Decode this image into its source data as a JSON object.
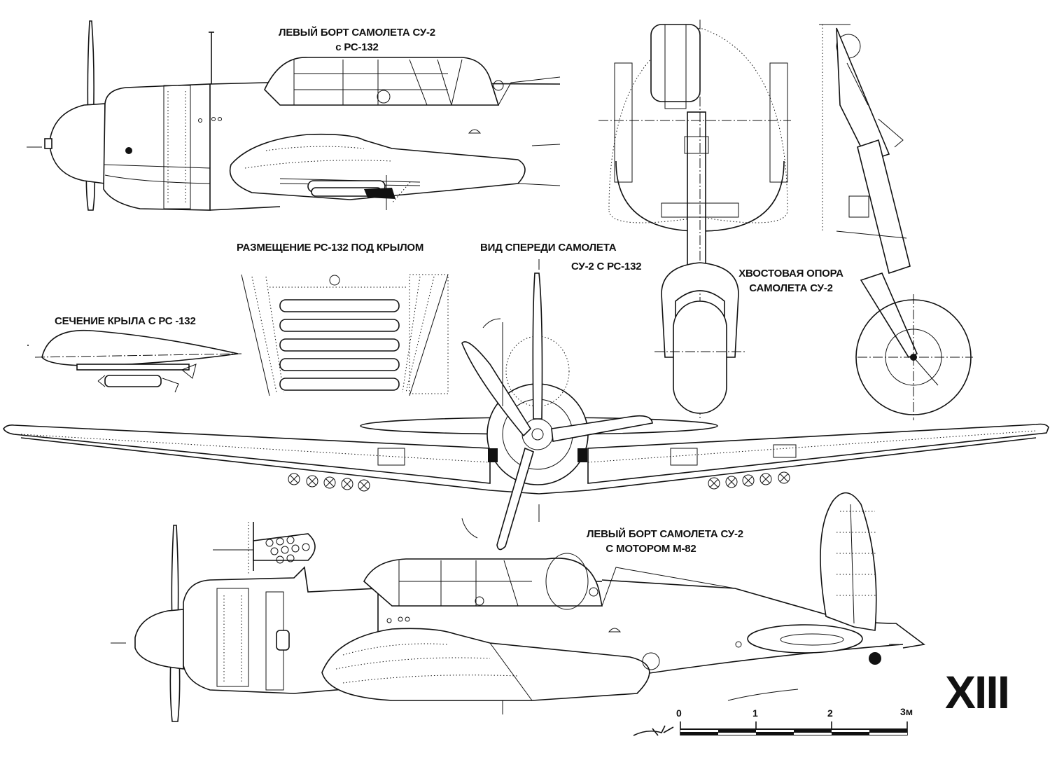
{
  "sheet": {
    "plate_number": "XIII",
    "colors": {
      "ink": "#111111",
      "paper": "#ffffff"
    }
  },
  "views": {
    "top_side_view": {
      "title_line1": "ЛЕВЫЙ БОРТ САМОЛЕТА СУ-2",
      "title_line2": "с РС-132"
    },
    "underwing_layout": {
      "title": "РАЗМЕЩЕНИЕ РС-132  ПОД КРЫЛОМ"
    },
    "front_view": {
      "title_line1": "ВИД СПЕРЕДИ САМОЛЕТА",
      "title_line2": "СУ-2  С  РС-132"
    },
    "wing_section": {
      "title": "СЕЧЕНИЕ КРЫЛА С  РС -132"
    },
    "tail_gear": {
      "title_line1": "ХВОСТОВАЯ ОПОРА",
      "title_line2": "САМОЛЕТА СУ-2"
    },
    "bottom_side_view": {
      "title_line1": "ЛЕВЫЙ БОРТ САМОЛЕТА СУ-2",
      "title_line2": "С МОТОРОМ М-82"
    }
  },
  "scale_bar": {
    "ticks": [
      "0",
      "1",
      "2",
      "3м"
    ],
    "unit": "м",
    "max_value": 3,
    "signature": "signature-mark"
  }
}
